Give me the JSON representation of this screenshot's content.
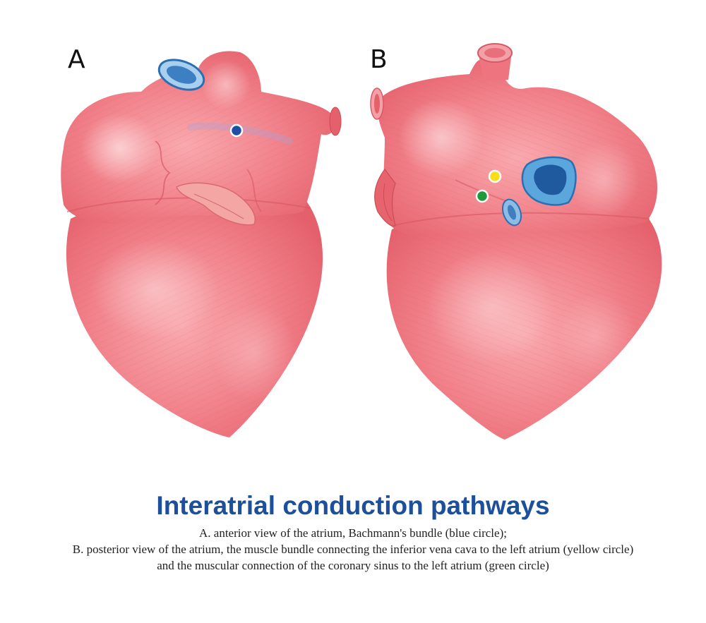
{
  "panels": {
    "a": {
      "label": "A"
    },
    "b": {
      "label": "B"
    }
  },
  "markers": {
    "blue": "#1e4fa8",
    "yellow": "#f7dd1a",
    "green": "#1e9a3a"
  },
  "colors": {
    "heart_fill": "#ee6f7a",
    "heart_highlight": "#fbd2d4",
    "vessel_blue": "#2c6fb0",
    "title": "#1d4f9a"
  },
  "title": "Interatrial conduction pathways",
  "caption": {
    "line1": "A. anterior view of the atrium, Bachmann's bundle (blue circle);",
    "line2": "B. posterior view of the atrium, the muscle bundle connecting the inferior vena cava to the left atrium (yellow circle)",
    "line3": "and the muscular connection of the coronary sinus to the left atrium (green circle)"
  },
  "stock_id": "#703848810"
}
